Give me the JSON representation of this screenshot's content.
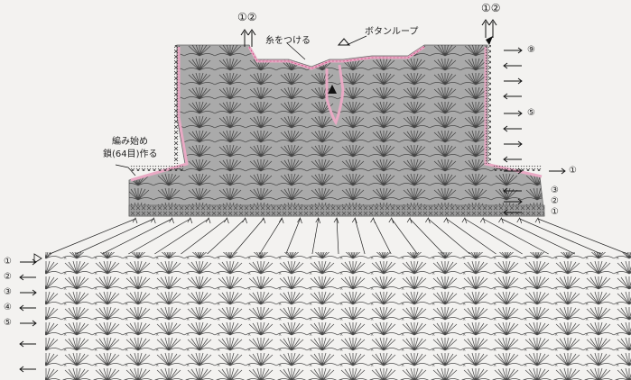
{
  "labels": {
    "attach_yarn": "糸をつける",
    "button_loop": "ボタンループ",
    "start_line1": "編み始め",
    "start_line2": "鎖(64目)作る",
    "top_left_marker": "①②",
    "top_right_marker": "①②"
  },
  "right_rows": [
    {
      "label": "⑨",
      "dir": "→"
    },
    {
      "label": "",
      "dir": "←"
    },
    {
      "label": "",
      "dir": "→"
    },
    {
      "label": "",
      "dir": "←"
    },
    {
      "label": "⑤",
      "dir": "→"
    },
    {
      "label": "",
      "dir": "←"
    },
    {
      "label": "",
      "dir": "→"
    },
    {
      "label": "",
      "dir": "←"
    },
    {
      "label": "①",
      "dir": "→"
    },
    {
      "label": "③",
      "dir": "←"
    },
    {
      "label": "②",
      "dir": "→"
    },
    {
      "label": "①",
      "dir": "←"
    }
  ],
  "left_rows": [
    {
      "label": "①",
      "dir": "→"
    },
    {
      "label": "②",
      "dir": "←"
    },
    {
      "label": "③",
      "dir": "→"
    },
    {
      "label": "④",
      "dir": "←"
    },
    {
      "label": "⑤",
      "dir": "→"
    },
    {
      "label": "",
      "dir": "←"
    },
    {
      "label": "",
      "dir": "←"
    }
  ],
  "colors": {
    "fabric": "#aaaaaa",
    "stitch": "#3a3a3a",
    "pink": "#e9a9c4",
    "background": "#f3f2f0",
    "marker": "#111111"
  },
  "icons": {
    "up_arrow": "up-arrow-icon",
    "start_triangle": "triangle-marker-icon",
    "end_triangle": "filled-triangle-icon"
  }
}
